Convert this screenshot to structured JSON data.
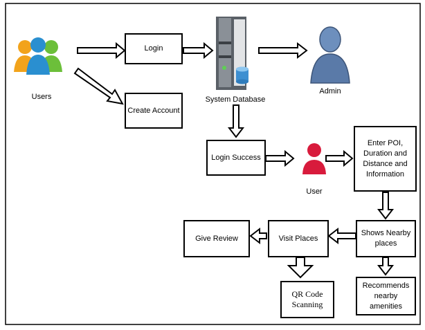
{
  "nodes": {
    "users": "Users",
    "login": "Login",
    "create_account": "Create Account",
    "system_database": "System Database",
    "admin": "Admin",
    "login_success": "Login Success",
    "user": "User",
    "enter_poi": "Enter POI,\nDuration and\nDistance and\nInformation",
    "shows_nearby": "Shows Nearby\nplaces",
    "visit_places": "Visit Places",
    "give_review": "Give Review",
    "qr_code": "QR Code\nScanning",
    "recommends": "Recommends\nnearby amenities"
  },
  "icons": {
    "users": "users-group-icon",
    "database": "server-database-icon",
    "admin": "admin-person-icon",
    "user": "user-person-icon"
  },
  "colors": {
    "user_red": "#d81b3c",
    "admin_blue": "#4a6f9c",
    "users_orange": "#f2a31b",
    "users_blue": "#2a8fd0",
    "users_green": "#6cbf3a"
  }
}
